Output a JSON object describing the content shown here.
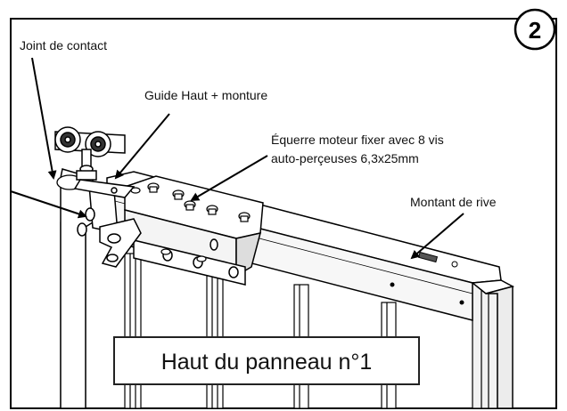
{
  "step_number": "2",
  "labels": {
    "joint": "Joint de contact",
    "guide": "Guide Haut + monture",
    "equerre_line1": "Équerre moteur fixer avec 8 vis",
    "equerre_line2": "auto-perçeuses 6,3x25mm",
    "montant": "Montant de rive"
  },
  "caption": "Haut du panneau n°1",
  "colors": {
    "line": "#000000",
    "metal": "#ffffff",
    "shadow": "#cfcfcf",
    "caption_border": "#222222"
  }
}
